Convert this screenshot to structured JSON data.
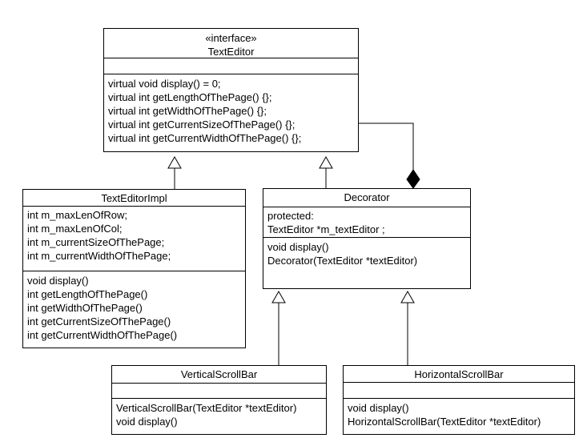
{
  "colors": {
    "background": "#ffffff",
    "line": "#000000",
    "text": "#000000",
    "composition_diamond_fill": "#000000",
    "triangle_fill": "#ffffff"
  },
  "classes": {
    "textEditor": {
      "stereotype": "«interface»",
      "name": "TextEditor",
      "attributes": [],
      "methods": [
        "virtual void display() = 0;",
        "virtual int getLengthOfThePage() {};",
        "virtual int getWidthOfThePage() {};",
        "virtual int getCurrentSizeOfThePage() {};",
        "virtual int getCurrentWidthOfThePage() {};"
      ]
    },
    "textEditorImpl": {
      "name": "TextEditorImpl",
      "attributes": [
        "int m_maxLenOfRow;",
        "int m_maxLenOfCol;",
        "int m_currentSizeOfThePage;",
        "int m_currentWidthOfThePage;"
      ],
      "methods": [
        "void display()",
        "int getLengthOfThePage()",
        "int getWidthOfThePage()",
        "int getCurrentSizeOfThePage()",
        "int getCurrentWidthOfThePage()"
      ]
    },
    "decorator": {
      "name": "Decorator",
      "attributes": [
        "protected:",
        "TextEditor *m_textEditor ;"
      ],
      "methods": [
        "void display()",
        "Decorator(TextEditor *textEditor)"
      ]
    },
    "verticalScrollBar": {
      "name": "VerticalScrollBar",
      "attributes": [],
      "methods": [
        "VerticalScrollBar(TextEditor *textEditor)",
        "void display()"
      ]
    },
    "horizontalScrollBar": {
      "name": "HorizontalScrollBar",
      "attributes": [],
      "methods": [
        "void display()",
        "HorizontalScrollBar(TextEditor *textEditor)"
      ]
    }
  },
  "relationships": [
    {
      "type": "realization",
      "from": "TextEditorImpl",
      "to": "TextEditor",
      "marker": "hollow-triangle"
    },
    {
      "type": "realization",
      "from": "Decorator",
      "to": "TextEditor",
      "marker": "hollow-triangle"
    },
    {
      "type": "composition",
      "owner": "Decorator",
      "part": "TextEditor",
      "marker": "filled-diamond"
    },
    {
      "type": "generalization",
      "from": "VerticalScrollBar",
      "to": "Decorator",
      "marker": "hollow-triangle"
    },
    {
      "type": "generalization",
      "from": "HorizontalScrollBar",
      "to": "Decorator",
      "marker": "hollow-triangle"
    }
  ]
}
